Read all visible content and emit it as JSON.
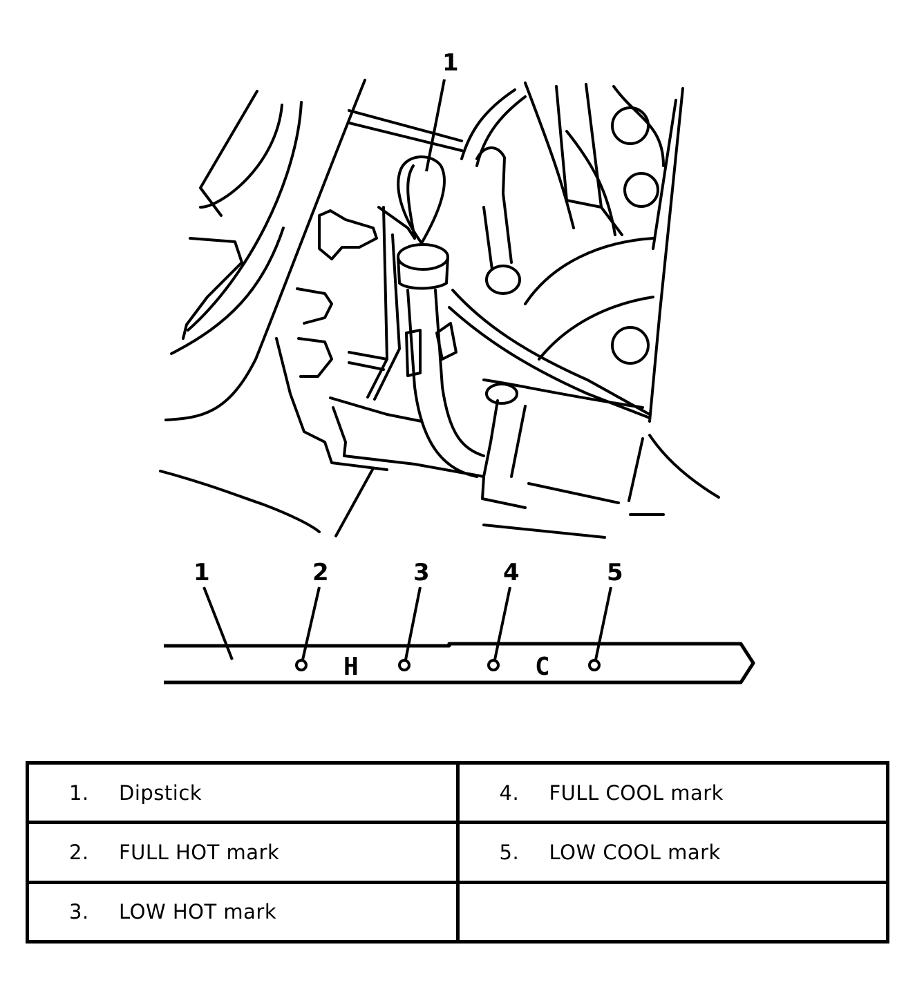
{
  "figure": {
    "callouts_top": [
      "1"
    ],
    "callouts_dipstick": [
      "1",
      "2",
      "3",
      "4",
      "5"
    ],
    "dipstick_letters": [
      "H",
      "C"
    ]
  },
  "legend": {
    "rows": [
      [
        {
          "num": "1.",
          "text": "Dipstick"
        },
        {
          "num": "4.",
          "text": "FULL COOL mark"
        }
      ],
      [
        {
          "num": "2.",
          "text": "FULL HOT mark"
        },
        {
          "num": "5.",
          "text": "LOW COOL mark"
        }
      ],
      [
        {
          "num": "3.",
          "text": "LOW HOT mark"
        },
        {
          "num": "",
          "text": ""
        }
      ]
    ]
  }
}
